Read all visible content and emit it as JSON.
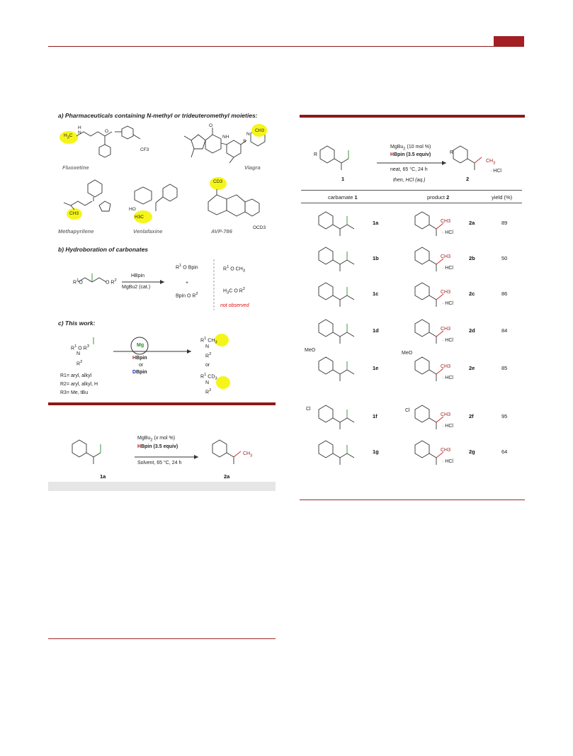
{
  "figure1": {
    "a_title": "a) Pharmaceuticals containing N-methyl or trideuteromethyl moieties:",
    "b_title": "b) Hydroboration of carbonates",
    "c_title": "c) This work:",
    "drugs": [
      "Fluoxetine",
      "Viagra",
      "Methapyrilene",
      "Venlafaxine",
      "AVP-786"
    ],
    "labels": {
      "h3c": "H3C",
      "ch3": "CH3",
      "cd3": "CD3",
      "ocd3": "OCD3",
      "cf3": "CF3",
      "hbpin": "HBpin",
      "mgbu2_cat": "MgBu2 (cat.)",
      "bpin": "Bpin",
      "not_observed": "not observed",
      "mg": "Mg",
      "or": "or",
      "dbpin": "DBpin",
      "r1": "R1= aryl, alkyl",
      "r2": "R2= aryl, alkyl, H",
      "r3": "R3= Me, tBu"
    }
  },
  "figure2": {
    "cond1": "MgBu2 (x mol %)",
    "cond2": "HBpin (3.5 equiv)",
    "cond3": "Solvent, 65 °C, 24 h",
    "sm": "1a",
    "prod": "2a",
    "ch3": "CH3"
  },
  "figure3": {
    "cond1": "MgBu2 (10 mol %)",
    "cond2": "HBpin (3.5 equiv)",
    "cond3": "neat, 65 °C, 24 h",
    "cond4": "then, HCl (aq.)",
    "sm": "1",
    "prod": "2",
    "hcl": "HCl",
    "r": "R",
    "headers": [
      "carbamate 1",
      "product 2",
      "yield (%)"
    ],
    "rows": [
      {
        "sm": "1a",
        "prod": "2a",
        "yield": "89"
      },
      {
        "sm": "1b",
        "prod": "2b",
        "yield": "50"
      },
      {
        "sm": "1c",
        "prod": "2c",
        "yield": "86"
      },
      {
        "sm": "1d",
        "prod": "2d",
        "yield": "84"
      },
      {
        "sm": "1e",
        "prod": "2e",
        "yield": "85"
      },
      {
        "sm": "1f",
        "prod": "2f",
        "yield": "95"
      },
      {
        "sm": "1g",
        "prod": "2g",
        "yield": "64"
      }
    ],
    "meo": "MeO",
    "cl": "Cl",
    "ch3": "CH3"
  },
  "colors": {
    "accent": "#a31f24",
    "highlight": "#f5f51a",
    "green": "#2a8a2a"
  }
}
